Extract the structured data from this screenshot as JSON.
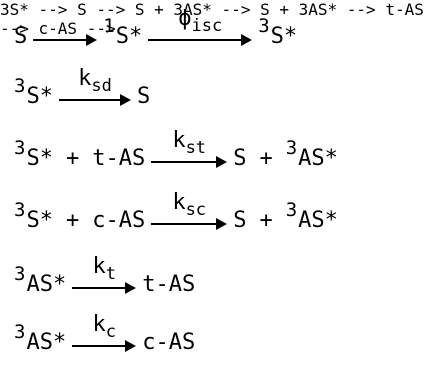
{
  "reactions": [
    {
      "r1_sup": "",
      "r1_main": "S",
      "a1_sym": "",
      "a1_sub": "",
      "p1_sup": "1",
      "p1_main": "S*",
      "a2_sym": "ϕ",
      "a2_sub": "isc",
      "p2_sup": "3",
      "p2_main": "S*"
    },
    {
      "r_sup": "3",
      "r_main": "S*",
      "a_sym": "k",
      "a_sub": "sd",
      "p_sup": "",
      "p_main": "S"
    },
    {
      "r1_sup": "3",
      "r1_main": "S*",
      "plus": "+",
      "r2": "t-AS",
      "a_sym": "k",
      "a_sub": "st",
      "p1": "S",
      "p2_sup": "3",
      "p2_main": "AS*"
    },
    {
      "r1_sup": "3",
      "r1_main": "S*",
      "plus": "+",
      "r2": "c-AS",
      "a_sym": "k",
      "a_sub": "sc",
      "p1": "S",
      "p2_sup": "3",
      "p2_main": "AS*"
    },
    {
      "r_sup": "3",
      "r_main": "AS*",
      "a_sym": "k",
      "a_sub": "t",
      "p_main": "t-AS"
    },
    {
      "r_sup": "3",
      "r_main": "AS*",
      "a_sym": "k",
      "a_sub": "c",
      "p_main": "c-AS"
    }
  ]
}
